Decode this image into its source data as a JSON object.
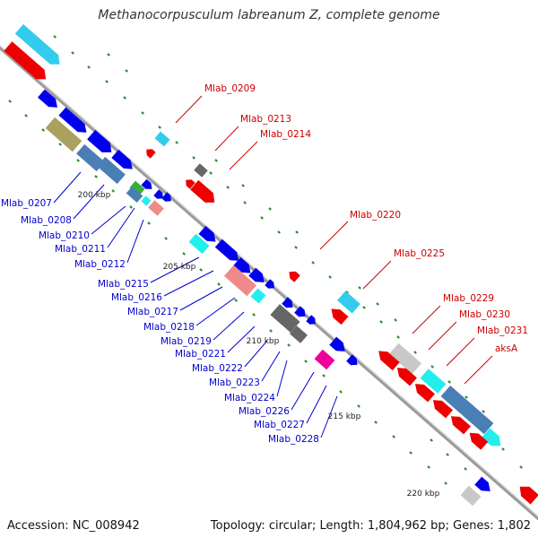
{
  "title": "Methanocorpusculum labreanum Z, complete genome",
  "footer": {
    "accession": "Accession: NC_008942",
    "topology": "Topology: circular; Length: 1,804,962 bp; Genes: 1,802"
  },
  "colors": {
    "backbone": "#808080",
    "tick": "#2e8b2e",
    "label_red": "#cc0000",
    "label_blue": "#0000cc",
    "gene_blue": "#0000ee",
    "gene_red": "#ee0000",
    "gene_cyan": "#33ccee",
    "gene_steel": "#4a7fb5",
    "gene_olive": "#aaa060",
    "gene_grey": "#666666",
    "gene_lightgrey": "#c8c8c8",
    "gene_pink": "#f08a8a",
    "gene_magenta": "#ee0099",
    "gene_green": "#3ab03a",
    "gene_aqua": "#22eeee"
  },
  "positions": [
    "200 kbp",
    "205 kbp",
    "210 kbp",
    "215 kbp",
    "220 kbp"
  ],
  "top_labels": [
    "Mlab_0209",
    "Mlab_0213",
    "Mlab_0214",
    "Mlab_0220",
    "Mlab_0225",
    "Mlab_0229",
    "Mlab_0230",
    "Mlab_0231",
    "aksA"
  ],
  "bottom_labels": [
    "Mlab_0207",
    "Mlab_0208",
    "Mlab_0210",
    "Mlab_0211",
    "Mlab_0212",
    "Mlab_0215",
    "Mlab_0216",
    "Mlab_0217",
    "Mlab_0218",
    "Mlab_0219",
    "Mlab_0221",
    "Mlab_0222",
    "Mlab_0223",
    "Mlab_0224",
    "Mlab_0226",
    "Mlab_0227",
    "Mlab_0228"
  ]
}
